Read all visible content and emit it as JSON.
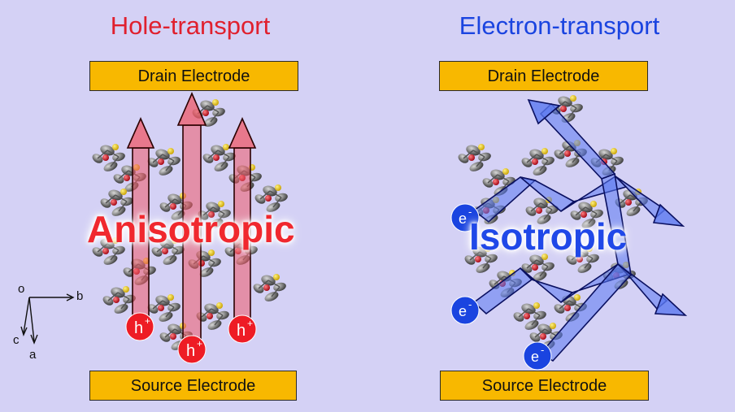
{
  "left_panel": {
    "title": "Hole-transport",
    "drain": "Drain Electrode",
    "source": "Source Electrode",
    "center_label": "Anisotropic",
    "carrier_label": "h",
    "carrier_sign": "+"
  },
  "right_panel": {
    "title": "Electron-transport",
    "drain": "Drain Electrode",
    "source": "Source Electrode",
    "center_label": "Isotropic",
    "carrier_label": "e",
    "carrier_sign": "-"
  },
  "axes": {
    "origin": "o",
    "b": "b",
    "c": "c",
    "a": "a"
  },
  "colors": {
    "background": "#d4d1f5",
    "hole": "#e0202e",
    "electron": "#1a44e0",
    "electrode": "#f8b800"
  }
}
